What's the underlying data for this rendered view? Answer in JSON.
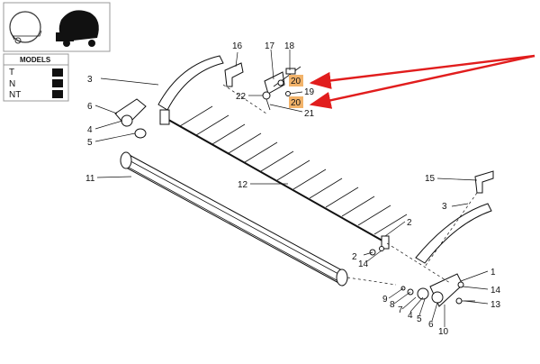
{
  "thumbnails": {
    "outline_icon": "baler-outline-icon",
    "solid_icon": "baler-solid-icon"
  },
  "models": {
    "title": "MODELS",
    "items": [
      {
        "label": "T"
      },
      {
        "label": "N"
      },
      {
        "label": "NT"
      }
    ]
  },
  "callouts": {
    "c1": "1",
    "c2a": "2",
    "c2b": "2",
    "c3a": "3",
    "c3b": "3",
    "c4a": "4",
    "c4b": "4",
    "c5a": "5",
    "c5b": "5",
    "c6a": "6",
    "c6b": "6",
    "c7": "7",
    "c8": "8",
    "c9": "9",
    "c10": "10",
    "c11": "11",
    "c12": "12",
    "c13": "13",
    "c14a": "14",
    "c14b": "14",
    "c15": "15",
    "c16": "16",
    "c17": "17",
    "c18": "18",
    "c19": "19",
    "c20a": "20",
    "c20b": "20",
    "c21": "21",
    "c22": "22"
  },
  "colors": {
    "highlight": "#f2b36a",
    "arrow": "#e11d1d",
    "model_box_fill": "#111111"
  }
}
